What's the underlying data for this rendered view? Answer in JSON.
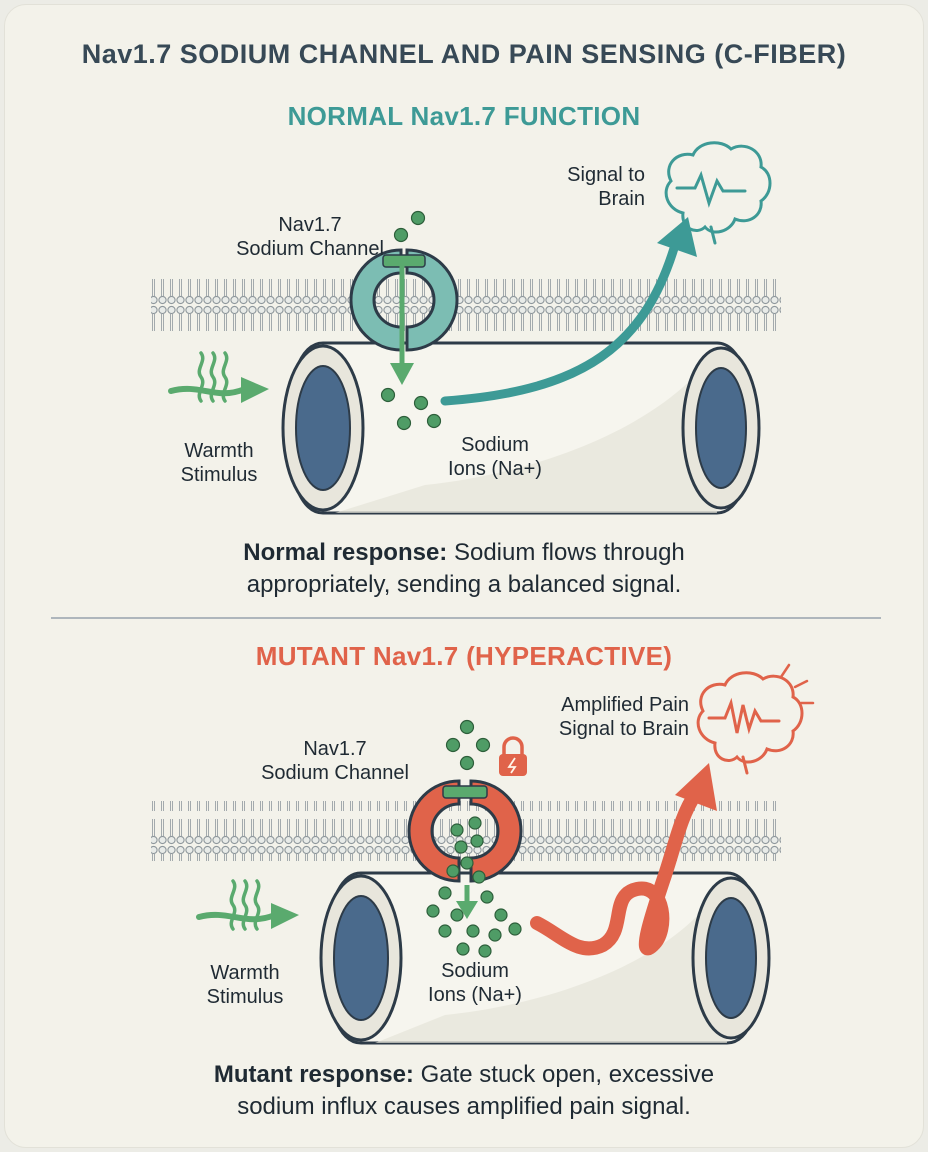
{
  "title": "Nav1.7 SODIUM CHANNEL AND PAIN SENSING (C-FIBER)",
  "colors": {
    "normal_accent": "#3d9a96",
    "mutant_accent": "#e0634a",
    "stimulus_green": "#5aaa6e",
    "ion_green": "#4f9c66",
    "fiber_blue": "#4a6a8c"
  },
  "normal": {
    "section_title": "NORMAL Nav1.7 FUNCTION",
    "channel_label_line1": "Nav1.7",
    "channel_label_line2": "Sodium Channel",
    "signal_label_line1": "Signal to",
    "signal_label_line2": "Brain",
    "stimulus_label_line1": "Warmth",
    "stimulus_label_line2": "Stimulus",
    "ions_label_line1": "Sodium",
    "ions_label_line2": "Ions (Na+)",
    "caption_bold": "Normal response:",
    "caption_line1": "Sodium flows through",
    "caption_line2": "appropriately, sending a balanced signal."
  },
  "mutant": {
    "section_title": "MUTANT Nav1.7 (HYPERACTIVE)",
    "channel_label_line1": "Nav1.7",
    "channel_label_line2": "Sodium Channel",
    "signal_label_line1": "Amplified Pain",
    "signal_label_line2": "Signal to Brain",
    "stimulus_label_line1": "Warmth",
    "stimulus_label_line2": "Stimulus",
    "ions_label_line1": "Sodium",
    "ions_label_line2": "Ions (Na+)",
    "caption_bold": "Mutant response:",
    "caption_line1": "Gate stuck open, excessive",
    "caption_line2": "sodium influx causes amplified pain signal."
  },
  "icons": [
    "brain-icon",
    "lock-icon",
    "heat-waves-icon",
    "sodium-channel-icon",
    "nerve-fiber-icon"
  ]
}
